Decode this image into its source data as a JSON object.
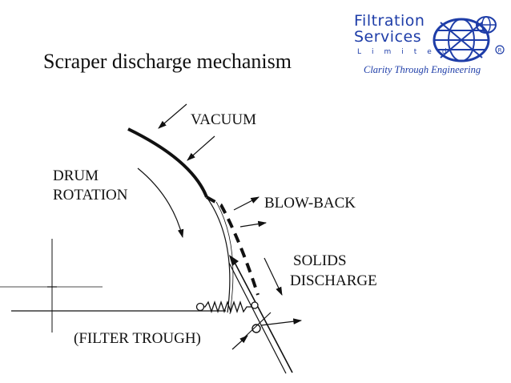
{
  "slide": {
    "title": "Scraper discharge mechanism"
  },
  "logo": {
    "line1": "Filtration",
    "line2": "Services",
    "line3": "Limited",
    "tagline": "Clarity Through Engineering",
    "color": "#1e3da8"
  },
  "diagram": {
    "labels": {
      "vacuum": "VACUUM",
      "drum_rotation_1": "DRUM",
      "drum_rotation_2": "ROTATION",
      "blow_back": "BLOW-BACK",
      "solids_discharge_1": "SOLIDS",
      "solids_discharge_2": "DISCHARGE",
      "filter_trough": "(FILTER TROUGH)"
    }
  }
}
